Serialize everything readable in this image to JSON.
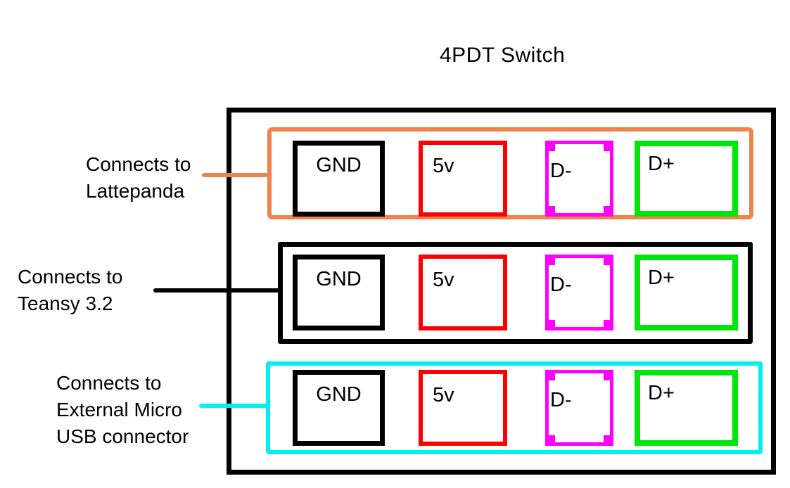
{
  "diagram": {
    "title": "4PDT Switch",
    "colors": {
      "lattepanda_row_outline": "#F0824C",
      "teansy_row_outline": "#000000",
      "usb_row_outline": "#00F0F0",
      "gnd_pin": "#000000",
      "five_v_pin": "#FF0000",
      "d_minus_pin": "#FF00FF",
      "d_plus_pin": "#00E60A"
    }
  },
  "side_labels": [
    {
      "lines": [
        "Connects to",
        "Lattepanda"
      ],
      "connector_color": "#F0824C"
    },
    {
      "lines": [
        "Connects to",
        "Teansy 3.2"
      ],
      "connector_color": "#000000"
    },
    {
      "lines": [
        "Connects to",
        "External Micro",
        "USB connector"
      ],
      "connector_color": "#00F0F0"
    }
  ],
  "switch_rows": [
    {
      "name": "lattepanda",
      "outline_color": "#F0824C",
      "pins": [
        {
          "label": "GND",
          "color": "#000000"
        },
        {
          "label": "5v",
          "color": "#FF0000"
        },
        {
          "label": "D-",
          "color": "#FF00FF"
        },
        {
          "label": "D+",
          "color": "#00E60A"
        }
      ]
    },
    {
      "name": "teansy-3-2",
      "outline_color": "#000000",
      "pins": [
        {
          "label": "GND",
          "color": "#000000"
        },
        {
          "label": "5v",
          "color": "#FF0000"
        },
        {
          "label": "D-",
          "color": "#FF00FF"
        },
        {
          "label": "D+",
          "color": "#00E60A"
        }
      ]
    },
    {
      "name": "external-micro-usb",
      "outline_color": "#00F0F0",
      "pins": [
        {
          "label": "GND",
          "color": "#000000"
        },
        {
          "label": "5v",
          "color": "#FF0000"
        },
        {
          "label": "D-",
          "color": "#FF00FF"
        },
        {
          "label": "D+",
          "color": "#00E60A"
        }
      ]
    }
  ]
}
